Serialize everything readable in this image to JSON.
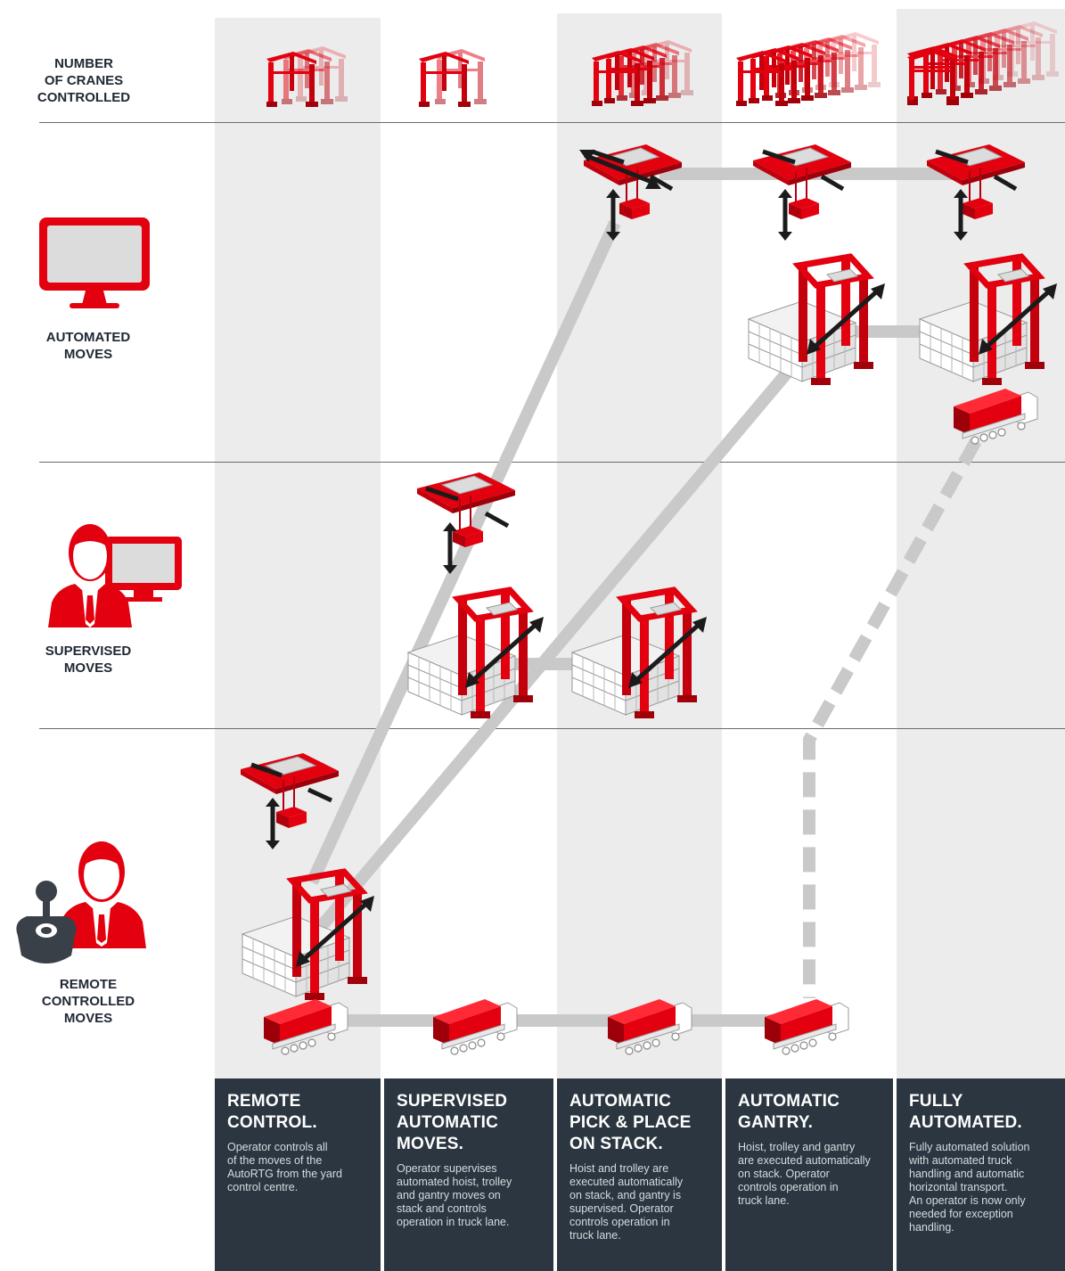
{
  "header": {
    "row_title": [
      "NUMBER",
      "OF CRANES",
      "CONTROLLED"
    ]
  },
  "levels": [
    {
      "id": "automated",
      "lines": [
        "AUTOMATED",
        "MOVES"
      ],
      "icon": "monitor-icon"
    },
    {
      "id": "supervised",
      "lines": [
        "SUPERVISED",
        "MOVES"
      ],
      "icon": "operator-with-monitor-icon"
    },
    {
      "id": "remote",
      "lines": [
        "REMOTE",
        "CONTROLLED",
        "MOVES"
      ],
      "icon": "operator-with-joystick-icon"
    }
  ],
  "stages": [
    {
      "title": [
        "REMOTE",
        "CONTROL."
      ],
      "description": [
        "Operator controls all",
        "of the moves of the",
        "AutoRTG from the yard",
        "control centre."
      ],
      "cranes_controlled_icons": 2
    },
    {
      "title": [
        "SUPERVISED",
        "AUTOMATIC",
        "MOVES."
      ],
      "description": [
        "Operator supervises",
        "automated hoist, trolley",
        "and gantry moves on",
        "stack and controls",
        "operation in truck lane."
      ],
      "cranes_controlled_icons": 2
    },
    {
      "title": [
        "AUTOMATIC",
        "PICK & PLACE",
        "ON STACK."
      ],
      "description": [
        "Hoist and trolley are",
        "executed automatically",
        "on stack, and gantry is",
        "supervised. Operator",
        "controls operation in",
        "truck lane."
      ],
      "cranes_controlled_icons": 5
    },
    {
      "title": [
        "AUTOMATIC",
        "GANTRY."
      ],
      "description": [
        "Hoist, trolley and gantry",
        "are executed automatically",
        "on stack. Operator",
        "controls operation in",
        "truck lane."
      ],
      "cranes_controlled_icons": 8
    },
    {
      "title": [
        "FULLY",
        "AUTOMATED."
      ],
      "description": [
        "Fully automated solution",
        "with automated truck",
        "handling and automatic",
        "horizontal transport.",
        "An operator is now only",
        "needed for exception",
        "handling."
      ],
      "cranes_controlled_icons": 9
    }
  ],
  "colors": {
    "brand_red": "#e3000f",
    "panel_dark": "#2b3640",
    "column_gray": "#ececec",
    "path_gray": "#c9c9c9",
    "icon_dark": "#3a4048"
  }
}
